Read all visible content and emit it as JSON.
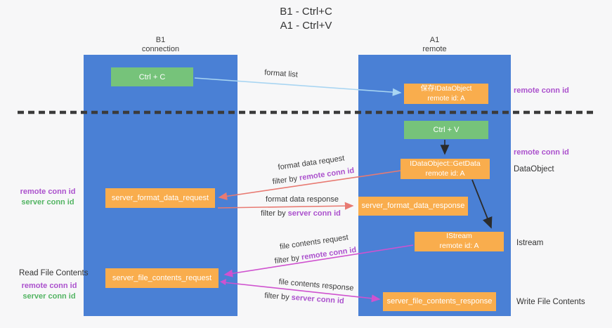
{
  "title": {
    "line1": "B1 - Ctrl+C",
    "line2": "A1 - Ctrl+V"
  },
  "columns": {
    "left": {
      "name": "B1",
      "role": "connection"
    },
    "right": {
      "name": "A1",
      "role": "remote"
    }
  },
  "boxes": {
    "ctrl_c": "Ctrl + C",
    "ctrl_v": "Ctrl + V",
    "save_dataobject": {
      "line1": "保存IDataObject",
      "line2": "remote id: A"
    },
    "getdata": {
      "line1": "IDataObject::GetData",
      "line2": "remote id: A"
    },
    "istream": {
      "line1": "IStream",
      "line2": "remote id: A"
    },
    "server_format_data_request": "server_format_data_request",
    "server_format_data_response": "server_format_data_response",
    "server_file_contents_request": "server_file_contents_request",
    "server_file_contents_response": "server_file_contents_response"
  },
  "arrow_labels": {
    "format_list": "format list",
    "format_data_request": "format data request",
    "format_data_response": "format data response",
    "file_contents_request": "file contents request",
    "file_contents_response": "file contents response",
    "filter_by": "filter by ",
    "remote_conn_id": "remote conn id",
    "server_conn_id": "server conn id"
  },
  "side_labels": {
    "remote_conn_id": "remote conn id",
    "server_conn_id": "server conn id",
    "dataobject": "DataObject",
    "istream": "Istream",
    "read_file_contents": "Read File Contents",
    "write_file_contents": "Write File Contents"
  },
  "colors": {
    "column_blue": "#4a80d5",
    "box_orange": "#f9ad4d",
    "box_green": "#76c37a",
    "arrow_lightblue": "#a8d5f2",
    "arrow_red": "#e87a72",
    "arrow_magenta": "#cf52cf",
    "arrow_black": "#2b2b2b",
    "text_purple": "#ab51cd",
    "text_green": "#53b463",
    "dashed_line": "#3b3b3b"
  }
}
